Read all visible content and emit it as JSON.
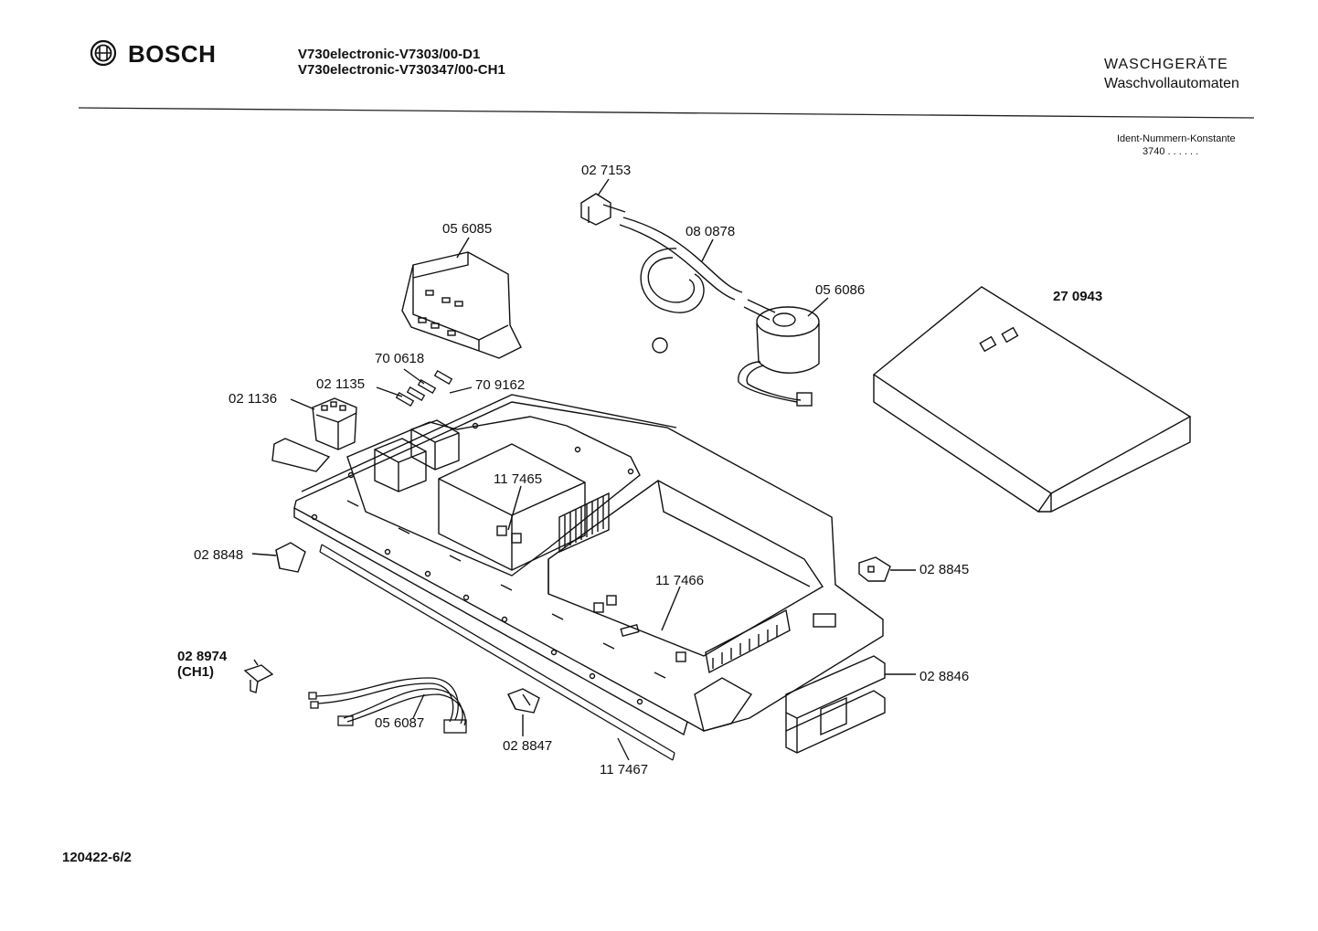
{
  "header": {
    "brand": "BOSCH",
    "model_lines": [
      "V730electronic-V7303/00-D1",
      "V730electronic-V730347/00-CH1"
    ],
    "category": "WASCHGERÄTE",
    "subcategory": "Waschvollautomaten",
    "ident_label": "Ident-Nummern-Konstante",
    "ident_value": "3740  . .  . . . ."
  },
  "parts": [
    {
      "id": "p-027153",
      "label": "02 7153"
    },
    {
      "id": "p-056085",
      "label": "05 6085"
    },
    {
      "id": "p-080878",
      "label": "08 0878"
    },
    {
      "id": "p-056086",
      "label": "05 6086"
    },
    {
      "id": "p-270943",
      "label": "27 0943"
    },
    {
      "id": "p-700618",
      "label": "70 0618"
    },
    {
      "id": "p-021135",
      "label": "02 1135"
    },
    {
      "id": "p-709162",
      "label": "70 9162"
    },
    {
      "id": "p-021136",
      "label": "02 1136"
    },
    {
      "id": "p-117465",
      "label": "11 7465"
    },
    {
      "id": "p-028848",
      "label": "02 8848"
    },
    {
      "id": "p-117466",
      "label": "11 7466"
    },
    {
      "id": "p-028845",
      "label": "02 8845"
    },
    {
      "id": "p-028974",
      "label": "02 8974"
    },
    {
      "id": "p-ch1",
      "label": "(CH1)"
    },
    {
      "id": "p-028846",
      "label": "02 8846"
    },
    {
      "id": "p-056087",
      "label": "05 6087"
    },
    {
      "id": "p-028847",
      "label": "02 8847"
    },
    {
      "id": "p-117467",
      "label": "11 7467"
    }
  ],
  "footer": {
    "document_number": "120422-6/2"
  }
}
